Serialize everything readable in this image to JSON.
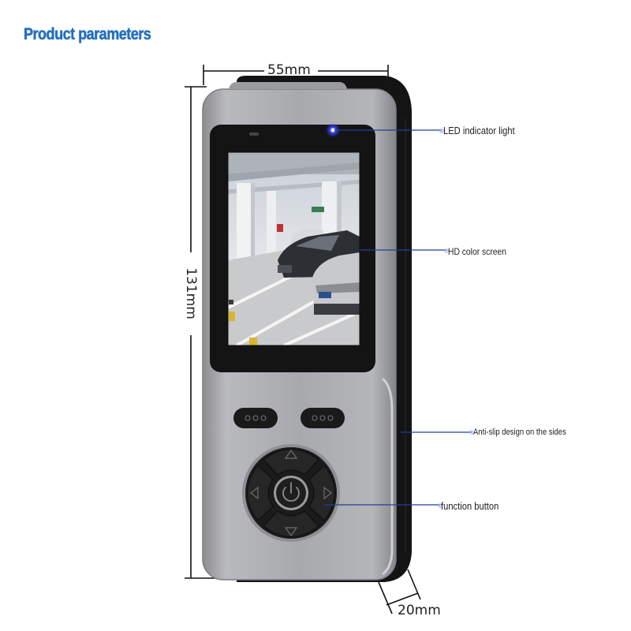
{
  "header": {
    "title": "Product parameters"
  },
  "dimensions": {
    "width": "55mm",
    "height": "131mm",
    "depth": "20mm"
  },
  "callouts": {
    "led": "LED indicator light",
    "screen": "HD color screen",
    "anti_slip": "Anti-slip design on the sides",
    "function_button": "function button"
  },
  "colors": {
    "title": "#1c6fc4",
    "callout_line": "#1f3f9e",
    "led": "#2a3cff",
    "body": "#a9aaad",
    "bezel": "#141414"
  }
}
